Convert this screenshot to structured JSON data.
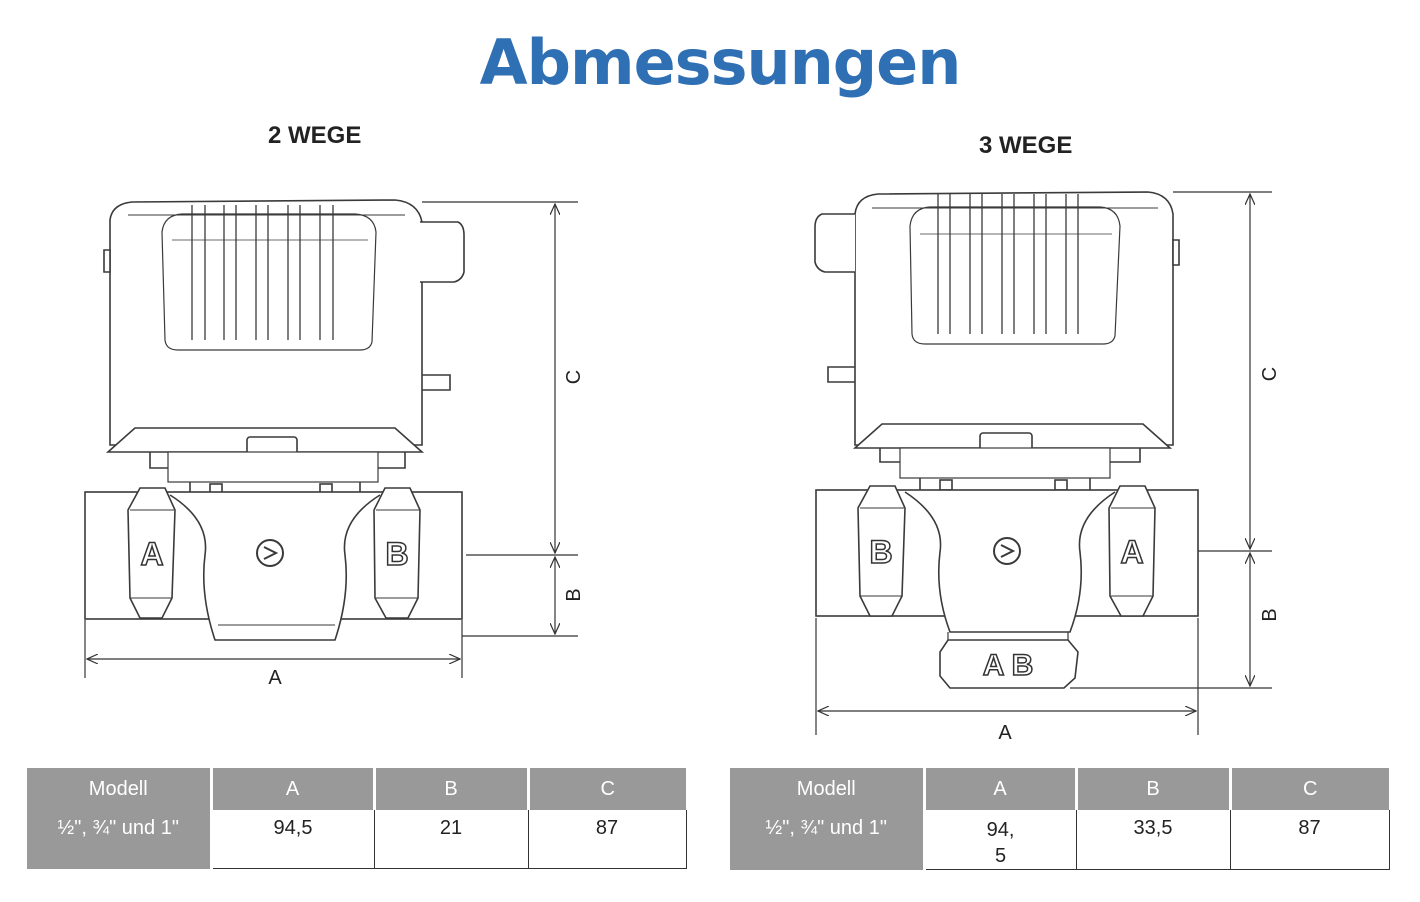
{
  "page": {
    "title": "Abmessungen"
  },
  "colors": {
    "title": "#2f6fb3",
    "header_bg": "#999999",
    "line": "#333333"
  },
  "left": {
    "subtitle": "2 WEGE",
    "dims": {
      "a": "A",
      "b": "B",
      "c": "C"
    },
    "ports": {
      "left": "A",
      "right": "B"
    },
    "table": {
      "headers": [
        "Modell",
        "A",
        "B",
        "C"
      ],
      "row": [
        "½\", ¾\" und 1\"",
        "94,5",
        "21",
        "87"
      ]
    }
  },
  "right": {
    "subtitle": "3 WEGE",
    "dims": {
      "a": "A",
      "b": "B",
      "c": "C"
    },
    "ports": {
      "left": "B",
      "right": "A",
      "bottom": "A B"
    },
    "table": {
      "headers": [
        "Modell",
        "A",
        "B",
        "C"
      ],
      "row": [
        "½\", ¾\" und 1\"",
        "94,\n5",
        "33,5",
        "87"
      ]
    }
  }
}
